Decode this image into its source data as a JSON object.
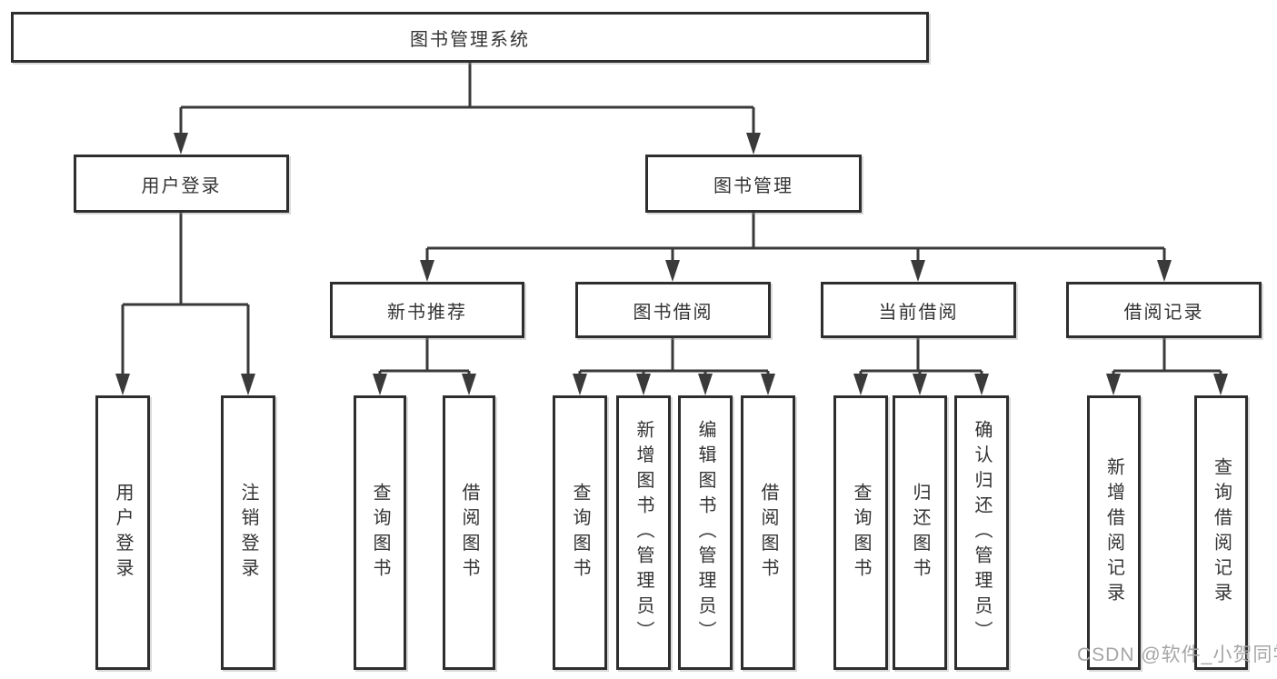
{
  "tree": {
    "label": "图书管理系统",
    "children": [
      {
        "label": "用户登录",
        "children": [
          {
            "label": "用户登录"
          },
          {
            "label": "注销登录"
          }
        ]
      },
      {
        "label": "图书管理",
        "children": [
          {
            "label": "新书推荐",
            "children": [
              {
                "label": "查询图书"
              },
              {
                "label": "借阅图书"
              }
            ]
          },
          {
            "label": "图书借阅",
            "children": [
              {
                "label": "查询图书"
              },
              {
                "label": "新增图书（管理员）"
              },
              {
                "label": "编辑图书（管理员）"
              },
              {
                "label": "借阅图书"
              }
            ]
          },
          {
            "label": "当前借阅",
            "children": [
              {
                "label": "查询图书"
              },
              {
                "label": "归还图书"
              },
              {
                "label": "确认归还（管理员）"
              }
            ]
          },
          {
            "label": "借阅记录",
            "children": [
              {
                "label": "新增借阅记录"
              },
              {
                "label": "查询借阅记录"
              }
            ]
          }
        ]
      }
    ]
  },
  "watermark": {
    "text": "CSDN @软件_小贺同学"
  },
  "colors": {
    "line": "#3a3a3a",
    "box_border": "#2e2e2e",
    "box_fill": "#ffffff",
    "text": "#333333",
    "watermark": "#a6a6a6",
    "background": "#ffffff"
  }
}
